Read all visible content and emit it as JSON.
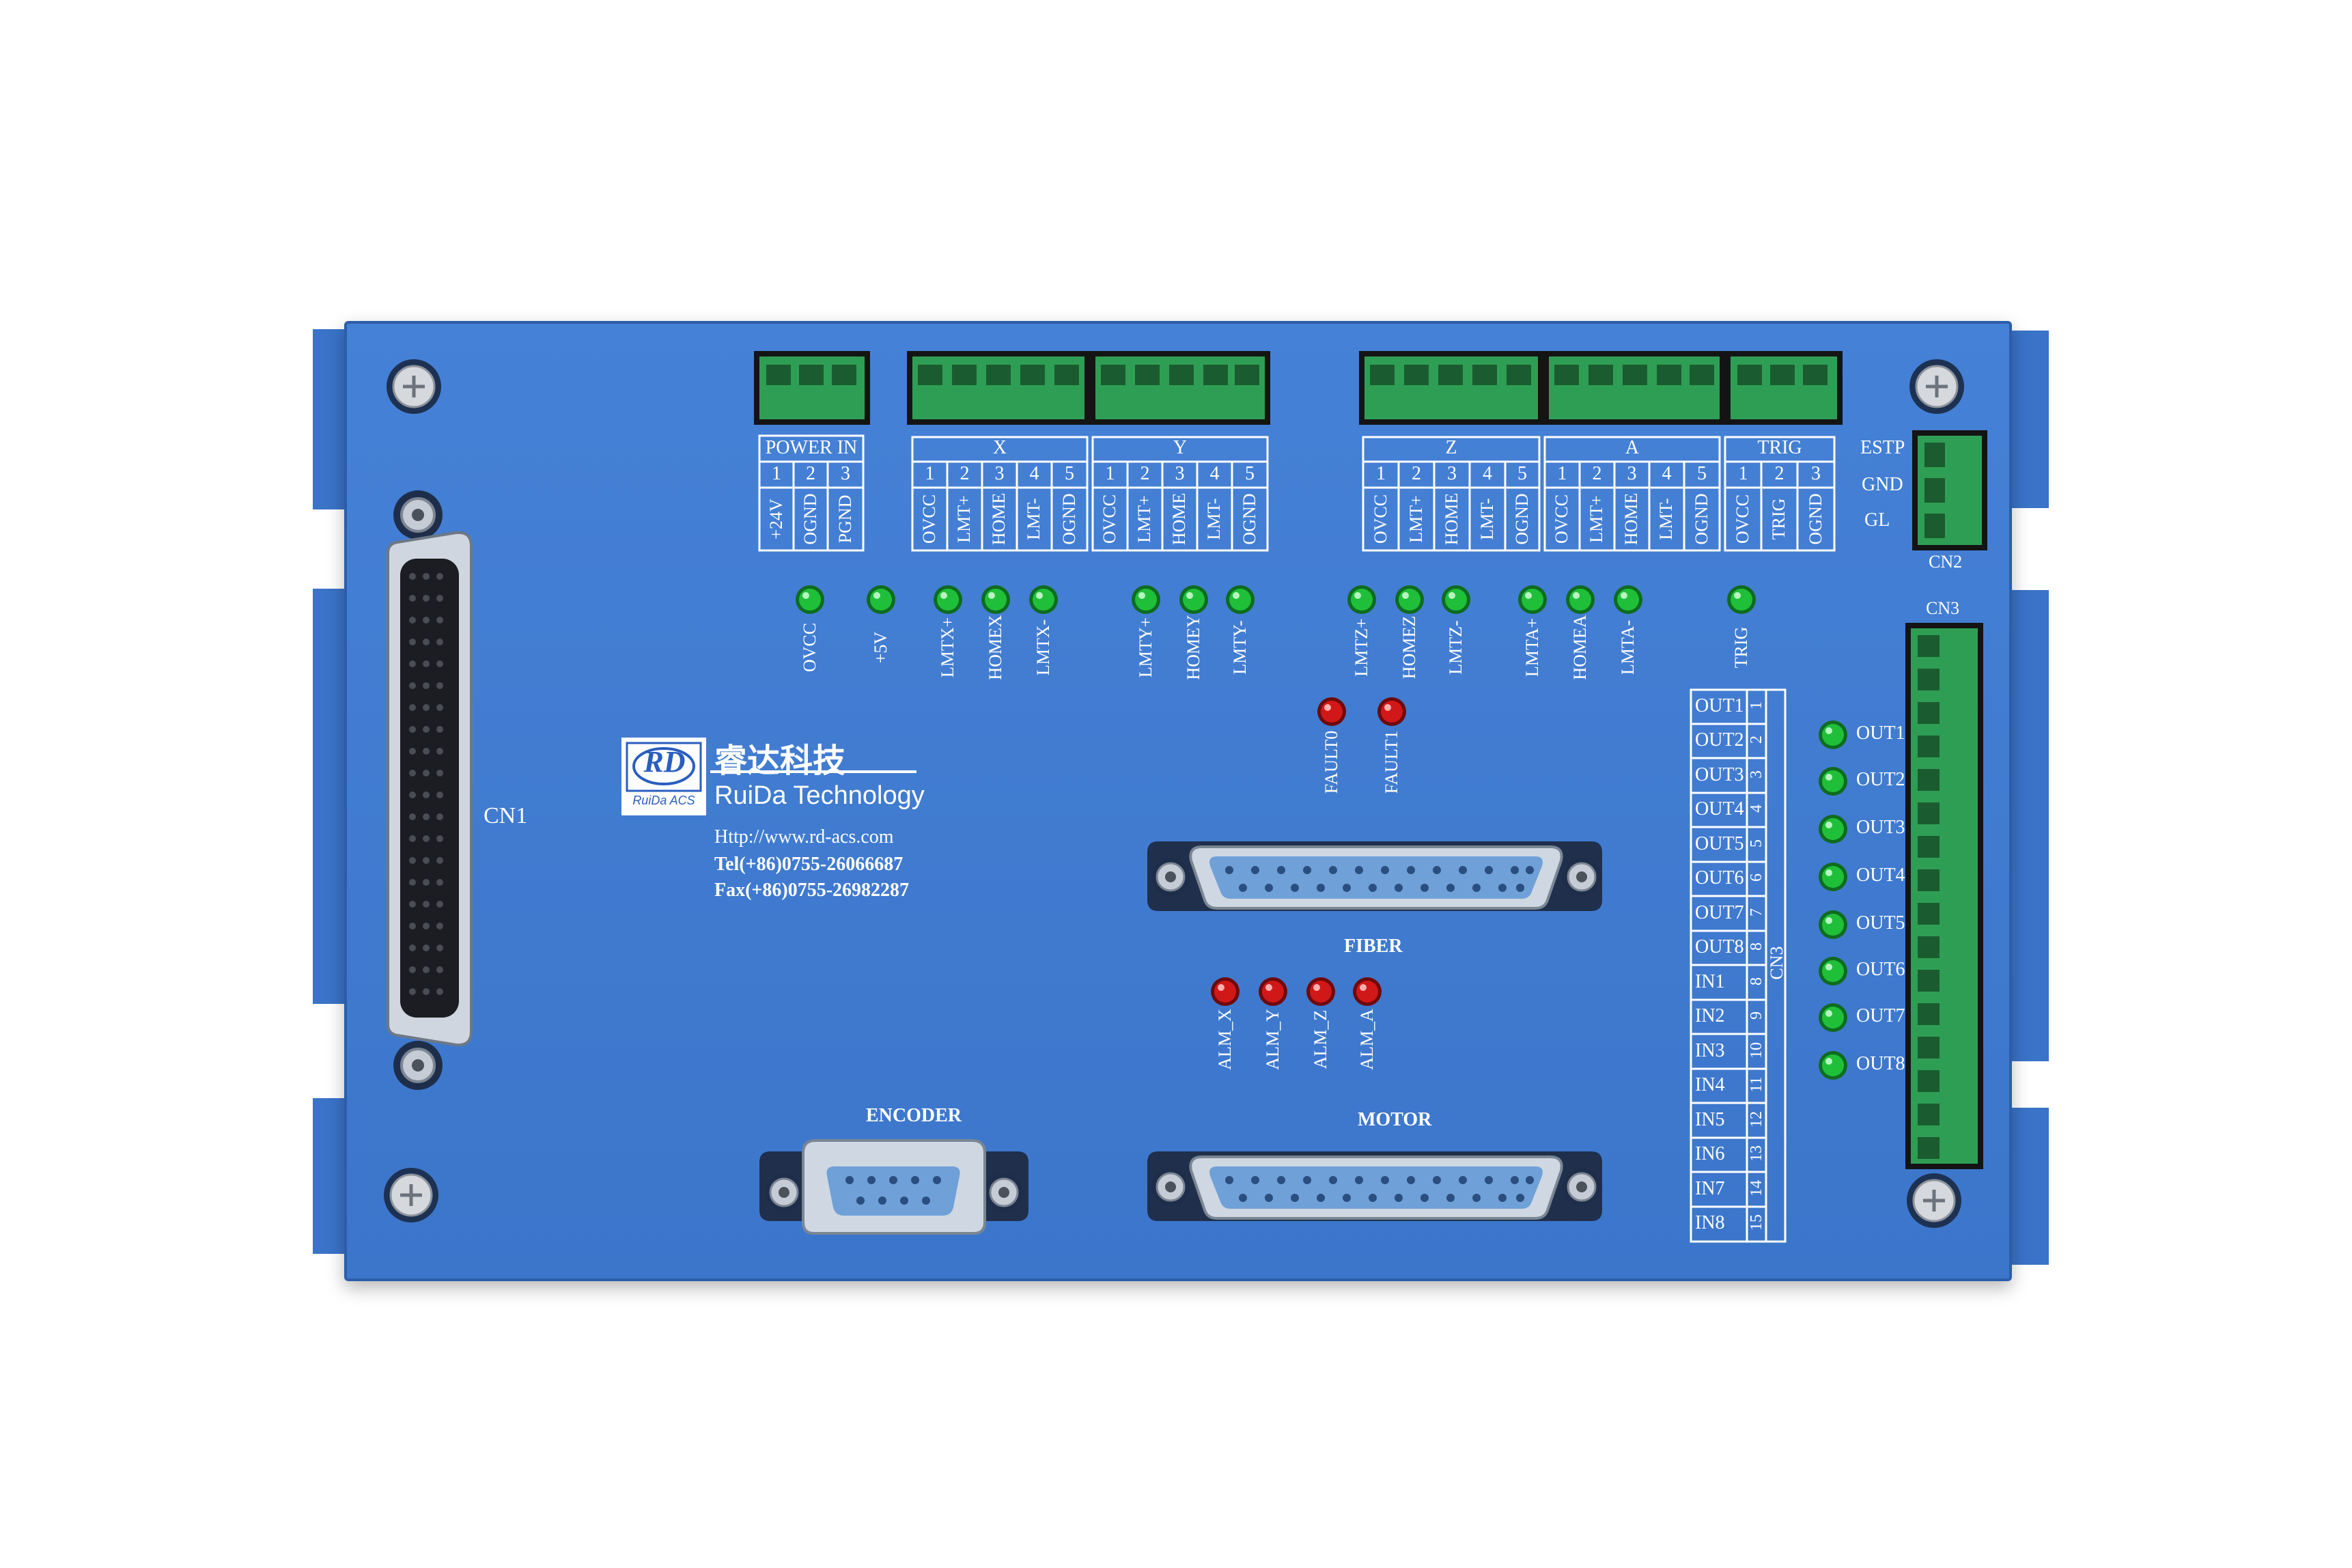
{
  "labels": {
    "cn1": "CN1",
    "cn2": "CN2",
    "cn3": "CN3",
    "fiber": "FIBER",
    "encoder": "ENCODER",
    "motor": "MOTOR"
  },
  "brand": {
    "logo_letters": "RD",
    "logo_sub": "RuiDa ACS",
    "cn_name": "睿达科技",
    "en_name": "RuiDa Technology",
    "url": "Http://www.rd-acs.com",
    "tel": "Tel(+86)0755-26066687",
    "fax": "Fax(+86)0755-26982287"
  },
  "terminal_tables": [
    {
      "title": "POWER IN",
      "numbers": [
        "1",
        "2",
        "3"
      ],
      "pins": [
        "+24V",
        "OGND",
        "PGND"
      ]
    },
    {
      "title": "X",
      "numbers": [
        "1",
        "2",
        "3",
        "4",
        "5"
      ],
      "pins": [
        "OVCC",
        "LMT+",
        "HOME",
        "LMT-",
        "OGND"
      ]
    },
    {
      "title": "Y",
      "numbers": [
        "1",
        "2",
        "3",
        "4",
        "5"
      ],
      "pins": [
        "OVCC",
        "LMT+",
        "HOME",
        "LMT-",
        "OGND"
      ]
    },
    {
      "title": "Z",
      "numbers": [
        "1",
        "2",
        "3",
        "4",
        "5"
      ],
      "pins": [
        "OVCC",
        "LMT+",
        "HOME",
        "LMT-",
        "OGND"
      ]
    },
    {
      "title": "A",
      "numbers": [
        "1",
        "2",
        "3",
        "4",
        "5"
      ],
      "pins": [
        "OVCC",
        "LMT+",
        "HOME",
        "LMT-",
        "OGND"
      ]
    },
    {
      "title": "TRIG",
      "numbers": [
        "1",
        "2",
        "3"
      ],
      "pins": [
        "OVCC",
        "TRIG",
        "OGND"
      ]
    }
  ],
  "cn2_pins": [
    "ESTP",
    "GND",
    "GL"
  ],
  "top_leds": [
    "OVCC",
    "+5V",
    "LMTX+",
    "HOMEX",
    "LMTX-",
    "LMTY+",
    "HOMEY",
    "LMTY-",
    "LMTZ+",
    "HOMEZ",
    "LMTZ-",
    "LMTA+",
    "HOMEA",
    "LMTA-",
    "TRIG"
  ],
  "fault_leds": [
    "FAULT0",
    "FAULT1"
  ],
  "alarm_leds": [
    "ALM_X",
    "ALM_Y",
    "ALM_Z",
    "ALM_A"
  ],
  "cn3_table": {
    "names": [
      "OUT1",
      "OUT2",
      "OUT3",
      "OUT4",
      "OUT5",
      "OUT6",
      "OUT7",
      "OUT8",
      "IN1",
      "IN2",
      "IN3",
      "IN4",
      "IN5",
      "IN6",
      "IN7",
      "IN8"
    ],
    "numbers": [
      "1",
      "2",
      "3",
      "4",
      "5",
      "6",
      "7",
      "8",
      "8",
      "9",
      "10",
      "11",
      "12",
      "13",
      "14",
      "15"
    ]
  },
  "out_leds": [
    "OUT1",
    "OUT2",
    "OUT3",
    "OUT4",
    "OUT5",
    "OUT6",
    "OUT7",
    "OUT8"
  ],
  "colors": {
    "board": "#3f79cf",
    "board_edge": "#2c5ea8",
    "terminal": "#2f9e55",
    "led_green": "#1fbf3a",
    "led_red": "#d01818",
    "db_connector": "#bcc6d2"
  }
}
